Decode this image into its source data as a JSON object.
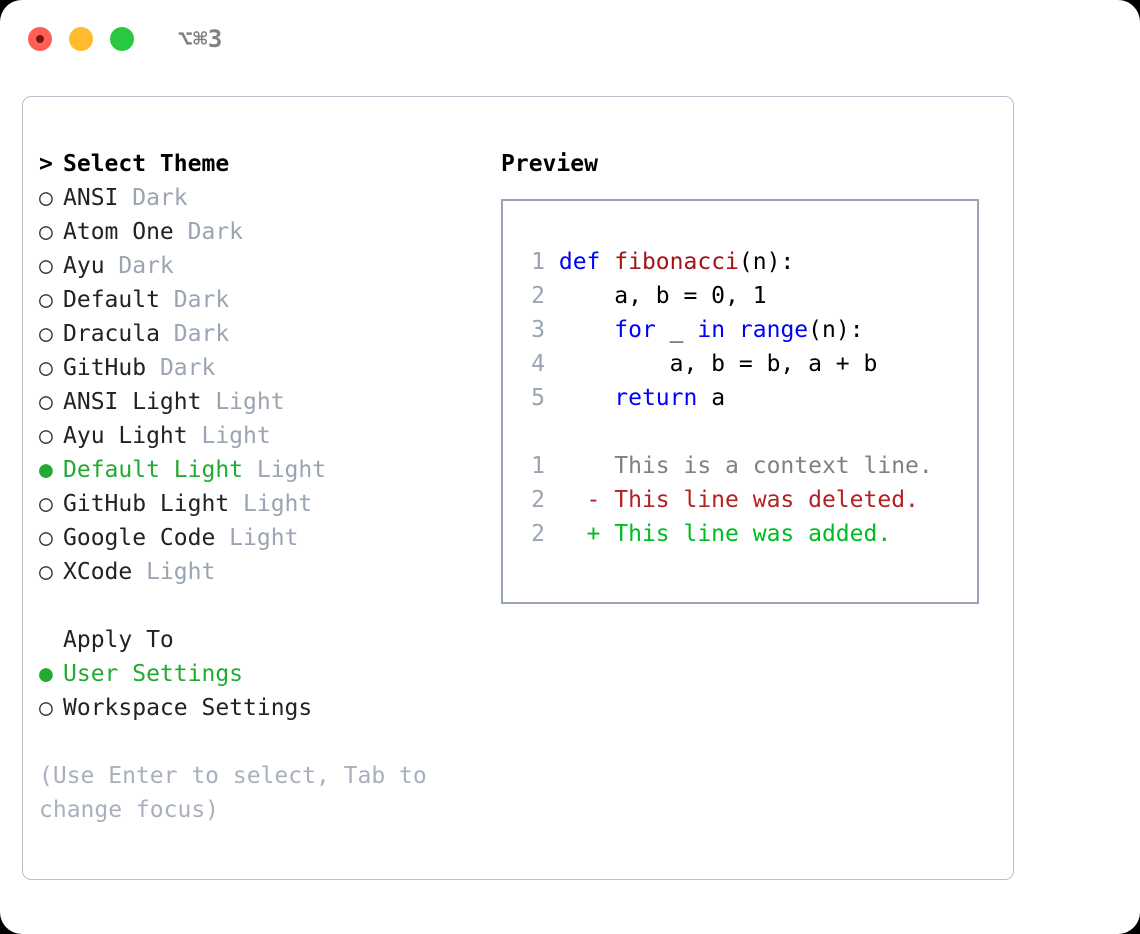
{
  "titlebar": {
    "shortcut": "⌥⌘3",
    "lights": [
      "close-red",
      "minimize-yellow",
      "zoom-green"
    ]
  },
  "left": {
    "heading": "Select Theme",
    "heading_marker": ">",
    "selected_marker": "●",
    "unselected_marker": "○",
    "themes": [
      {
        "name": "ANSI",
        "variant": "Dark",
        "selected": false
      },
      {
        "name": "Atom One",
        "variant": "Dark",
        "selected": false
      },
      {
        "name": "Ayu",
        "variant": "Dark",
        "selected": false
      },
      {
        "name": "Default",
        "variant": "Dark",
        "selected": false
      },
      {
        "name": "Dracula",
        "variant": "Dark",
        "selected": false
      },
      {
        "name": "GitHub",
        "variant": "Dark",
        "selected": false
      },
      {
        "name": "ANSI Light",
        "variant": "Light",
        "selected": false
      },
      {
        "name": "Ayu Light",
        "variant": "Light",
        "selected": false
      },
      {
        "name": "Default Light",
        "variant": "Light",
        "selected": true
      },
      {
        "name": "GitHub Light",
        "variant": "Light",
        "selected": false
      },
      {
        "name": "Google Code",
        "variant": "Light",
        "selected": false
      },
      {
        "name": "XCode",
        "variant": "Light",
        "selected": false
      }
    ],
    "apply_to_heading": "Apply To",
    "apply_to": [
      {
        "label": "User Settings",
        "selected": true
      },
      {
        "label": "Workspace Settings",
        "selected": false
      }
    ],
    "hint": "(Use Enter to select, Tab to change focus)"
  },
  "preview": {
    "title": "Preview",
    "code": [
      {
        "num": "1",
        "tokens": [
          {
            "t": "def",
            "c": "kw"
          },
          {
            "t": " ",
            "c": "plain"
          },
          {
            "t": "fibonacci",
            "c": "fn"
          },
          {
            "t": "(n):",
            "c": "plain"
          }
        ]
      },
      {
        "num": "2",
        "tokens": [
          {
            "t": "    a, b = 0, 1",
            "c": "plain"
          }
        ]
      },
      {
        "num": "3",
        "tokens": [
          {
            "t": "    ",
            "c": "plain"
          },
          {
            "t": "for",
            "c": "kw"
          },
          {
            "t": " _ ",
            "c": "plain"
          },
          {
            "t": "in",
            "c": "kw"
          },
          {
            "t": " ",
            "c": "plain"
          },
          {
            "t": "range",
            "c": "kw"
          },
          {
            "t": "(n):",
            "c": "plain"
          }
        ]
      },
      {
        "num": "4",
        "tokens": [
          {
            "t": "        a, b = b, a + b",
            "c": "plain"
          }
        ]
      },
      {
        "num": "5",
        "tokens": [
          {
            "t": "    ",
            "c": "plain"
          },
          {
            "t": "return",
            "c": "kw"
          },
          {
            "t": " a",
            "c": "plain"
          }
        ]
      }
    ],
    "diff": [
      {
        "num": "1",
        "marker": " ",
        "text": "This is a context line.",
        "kind": "diff-ctx"
      },
      {
        "num": "2",
        "marker": "-",
        "text": "This line was deleted.",
        "kind": "diff-del"
      },
      {
        "num": "2",
        "marker": "+",
        "text": "This line was added.",
        "kind": "diff-add"
      }
    ]
  },
  "colors": {
    "selected_green": "#22aa33",
    "muted_gray": "#9aa4b2",
    "keyword_blue": "#0000ff",
    "function_red": "#a31515",
    "diff_delete": "#b22222",
    "diff_add": "#00bb22",
    "panel_border": "#9aa6b5",
    "window_border": "#b9c0cb"
  }
}
